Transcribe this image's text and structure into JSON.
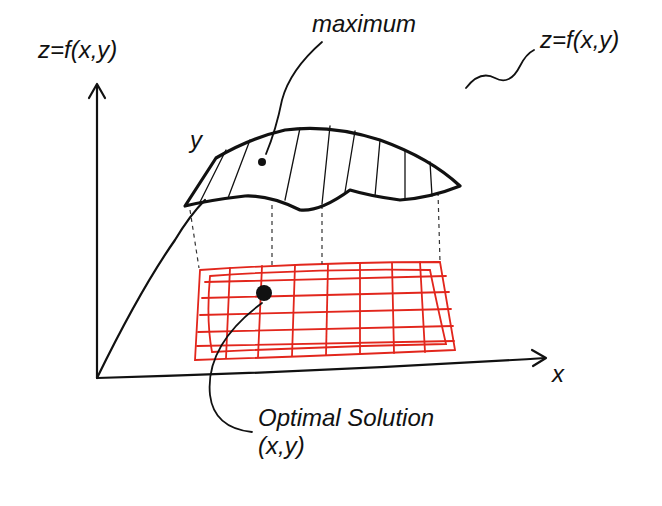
{
  "diagram": {
    "labels": [
      "z=f(x,y)",
      "maximum",
      "z=f(x,y)",
      "y",
      "x",
      "Optimal Solution (x,y)"
    ]
  }
}
